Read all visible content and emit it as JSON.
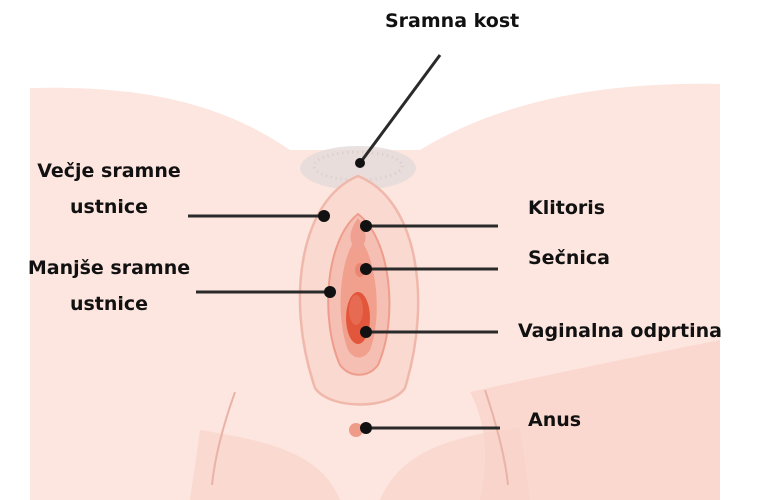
{
  "labels": {
    "pubic_bone": "Sramna kost",
    "labia_majora": [
      "Večje sramne",
      "ustnice"
    ],
    "labia_minora": [
      "Manjše sramne",
      "ustnice"
    ],
    "clitoris": "Klitoris",
    "urethra": "Sečnica",
    "vaginal_opening": "Vaginalna odprtina",
    "anus": "Anus"
  },
  "colors": {
    "skin": "#fde6df",
    "skin_shadow": "#f6cfc6",
    "labia_outer": "#f7cdc4",
    "labia_inner": "#f2a596",
    "vestibule": "#ef8e7c",
    "opening": "#e2563b",
    "pubic_hair": "#ddd5d3",
    "leader": "#2a2a2a"
  }
}
